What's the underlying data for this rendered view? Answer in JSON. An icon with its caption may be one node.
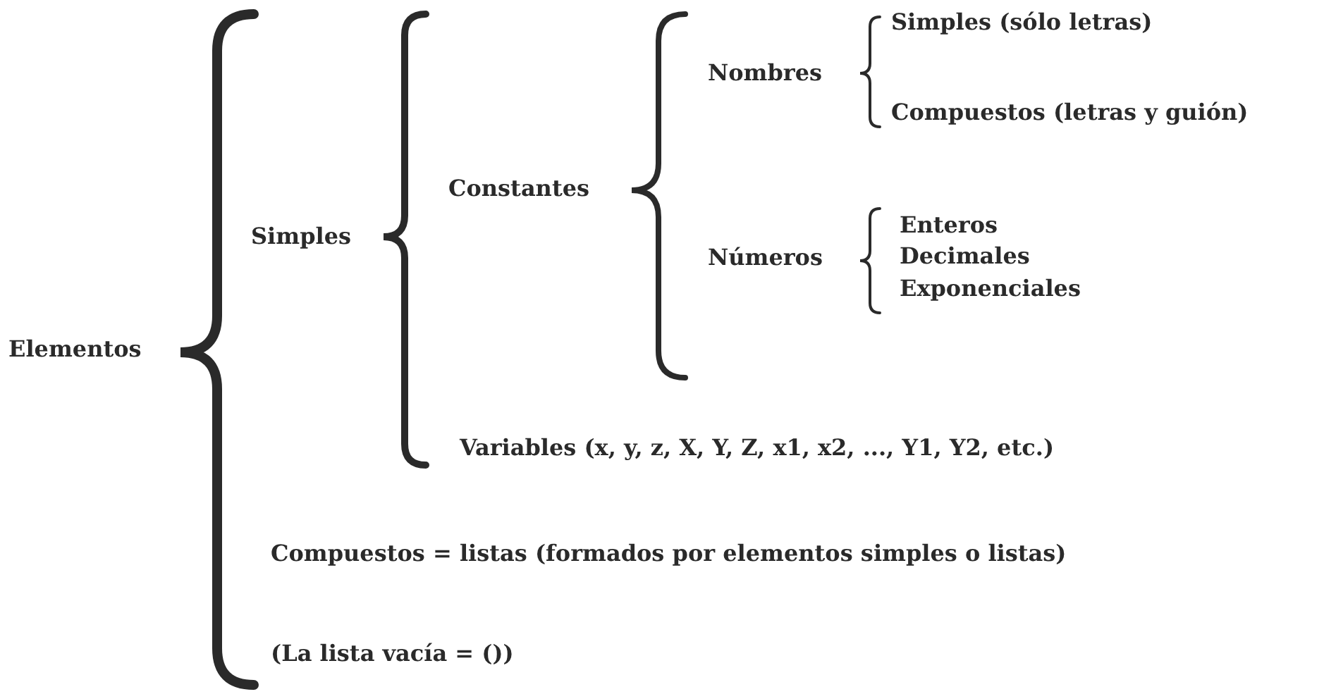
{
  "diagram": {
    "labels": [
      "Simples (sólo letras)",
      "Nombres",
      "Compuestos (letras y guión)",
      "Constantes",
      "Simples",
      "Enteros",
      "Números",
      "Decimales",
      "Exponenciales",
      "Elementos",
      "Variables (x, y, z, X, Y, Z, x1, x2, ..., Y1, Y2, etc.)",
      "Compuestos = listas (formados por elementos simples o listas)",
      "(La lista vacía = ())"
    ]
  }
}
